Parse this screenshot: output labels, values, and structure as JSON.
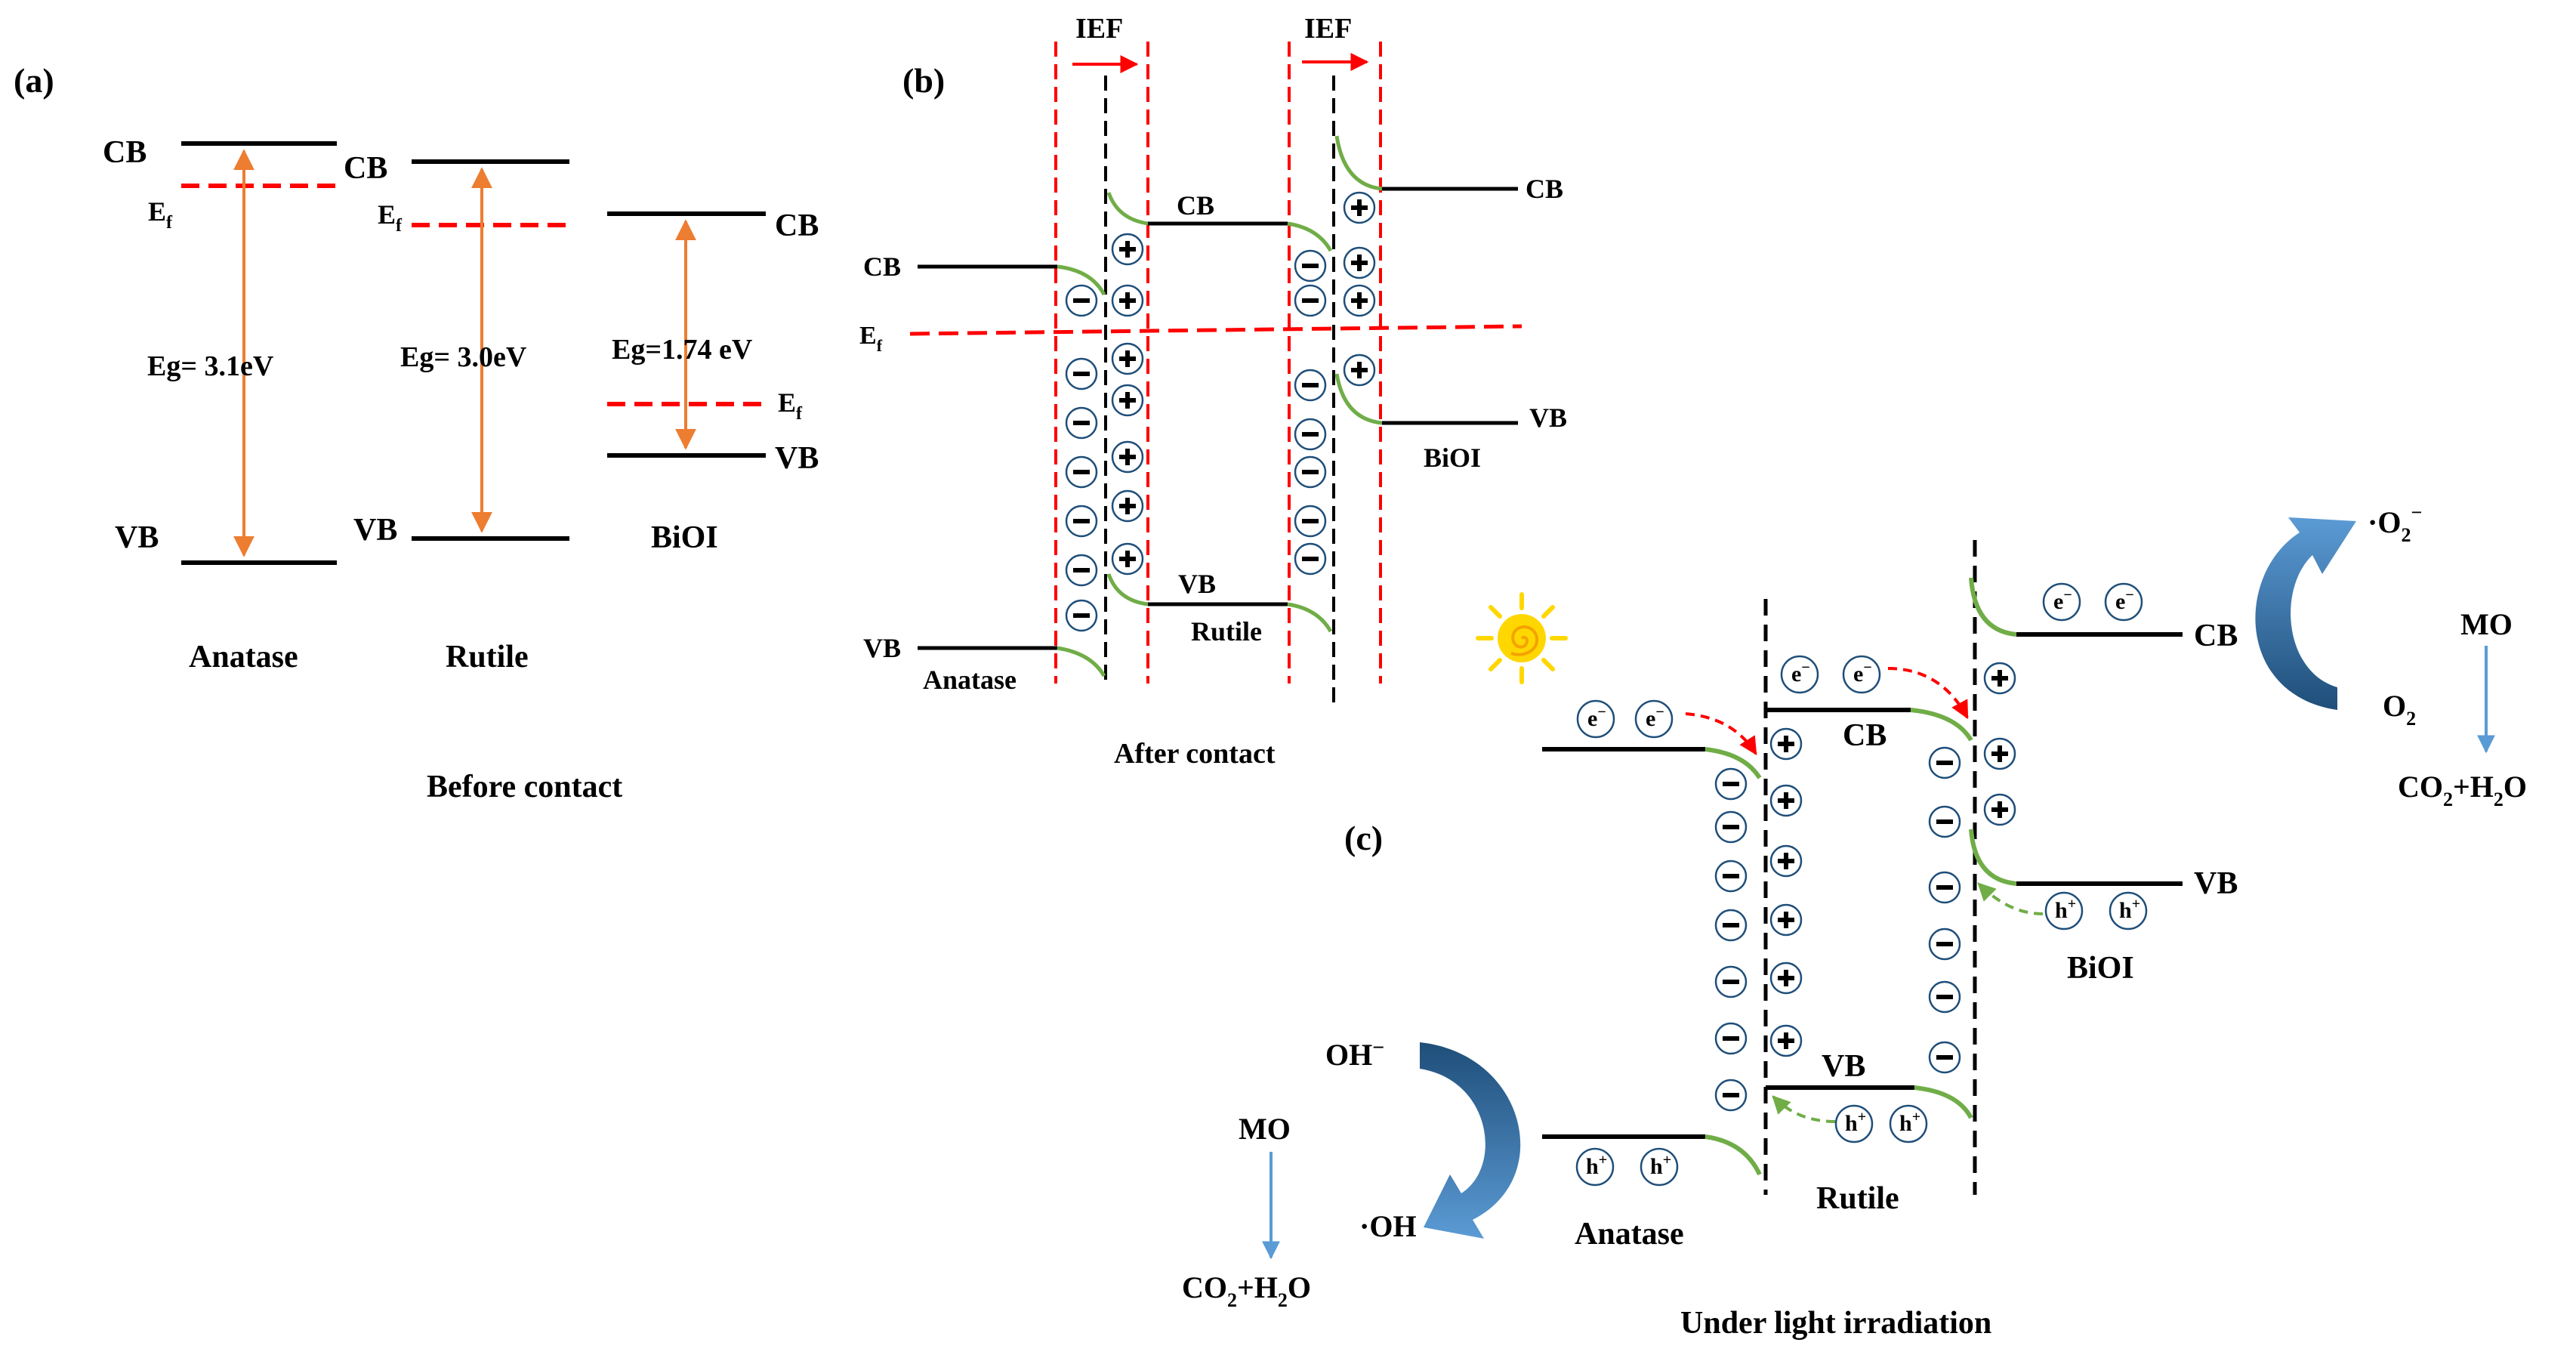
{
  "panel_a": {
    "label": "(a)",
    "anatase": {
      "cb": "CB",
      "vb": "VB",
      "ef": "E",
      "ef_sub": "f",
      "eg": "Eg= 3.1eV",
      "name": "Anatase"
    },
    "rutile": {
      "cb": "CB",
      "vb": "VB",
      "ef": "E",
      "ef_sub": "f",
      "eg": "Eg= 3.0eV",
      "name": "Rutile"
    },
    "bioi": {
      "cb": "CB",
      "vb": "VB",
      "ef": "E",
      "ef_sub": "f",
      "eg": "Eg=1.74 eV",
      "name": "BiOI"
    },
    "caption": "Before contact"
  },
  "panel_b": {
    "label": "(b)",
    "ief_1": "IEF",
    "ief_2": "IEF",
    "ef": "E",
    "ef_sub": "f",
    "anatase": {
      "cb": "CB",
      "vb": "VB",
      "name": "Anatase"
    },
    "rutile": {
      "cb": "CB",
      "vb": "VB",
      "name": "Rutile"
    },
    "bioi": {
      "cb": "CB",
      "vb": "VB",
      "name": "BiOI"
    },
    "caption": "After contact"
  },
  "panel_c": {
    "label": "(c)",
    "rutile": {
      "cb": "CB",
      "vb": "VB",
      "name": "Rutile"
    },
    "bioi": {
      "cb": "CB",
      "vb": "VB",
      "name": "BiOI"
    },
    "anatase": {
      "name": "Anatase"
    },
    "electron": "e",
    "hole": "h",
    "right_reaction": {
      "product": "·O",
      "product_sub": "2",
      "product_sup": "−",
      "reactant": "O",
      "reactant_sub": "2",
      "pollutant": "MO",
      "end": "CO",
      "end_sub": "2",
      "end_rest": "+H",
      "end_sub2": "2",
      "end_tail": "O"
    },
    "left_reaction": {
      "reactant": "OH",
      "reactant_sup": "−",
      "product": "·OH",
      "pollutant": "MO",
      "end": "CO",
      "end_sub": "2",
      "end_rest": "+H",
      "end_sub2": "2",
      "end_tail": "O"
    },
    "caption": "Under light irradiation"
  },
  "colors": {
    "band": "#000000",
    "fermi": "#ff0000",
    "gap_arrow": "#ed7d31",
    "bending": "#70ad47",
    "arrow_blue": "#5b9bd5",
    "arrow_dark": "#1f4e79",
    "sun": "#ffd700"
  }
}
